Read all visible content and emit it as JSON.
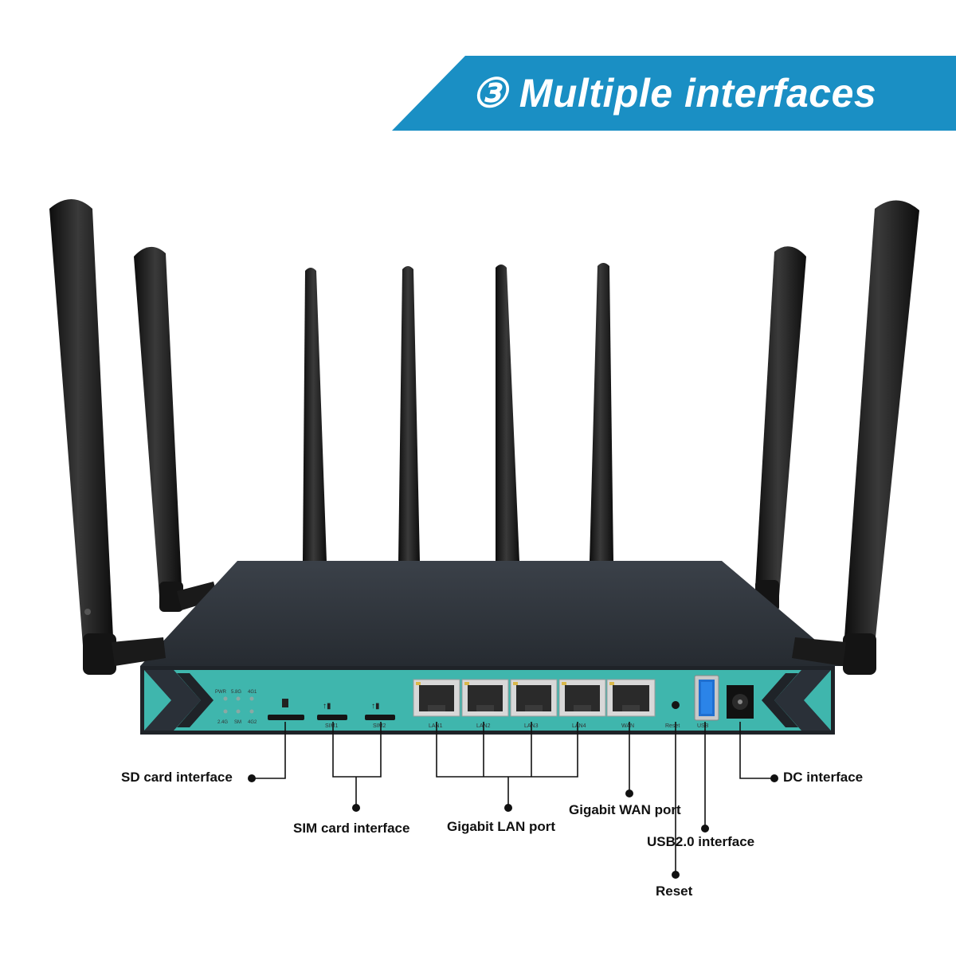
{
  "banner": {
    "title": "③ Multiple interfaces",
    "color": "#1a8fc4"
  },
  "panel": {
    "color": "#3fb6ad",
    "led_top": [
      "PWR",
      "5.8G",
      "4G1"
    ],
    "led_bottom": [
      "2.4G",
      "SM",
      "4G2"
    ],
    "slot_labels": [
      "SIM1",
      "SIM2"
    ],
    "lan_ports": [
      "LAN1",
      "LAN2",
      "LAN3",
      "LAN4"
    ],
    "wan_port": "WAN",
    "reset": "Reset",
    "usb": "USB"
  },
  "callouts": {
    "sd": "SD card interface",
    "sim": "SIM card interface",
    "lan": "Gigabit LAN port",
    "wan": "Gigabit WAN port",
    "usb": "USB2.0 interface",
    "reset": "Reset",
    "dc": "DC interface"
  }
}
